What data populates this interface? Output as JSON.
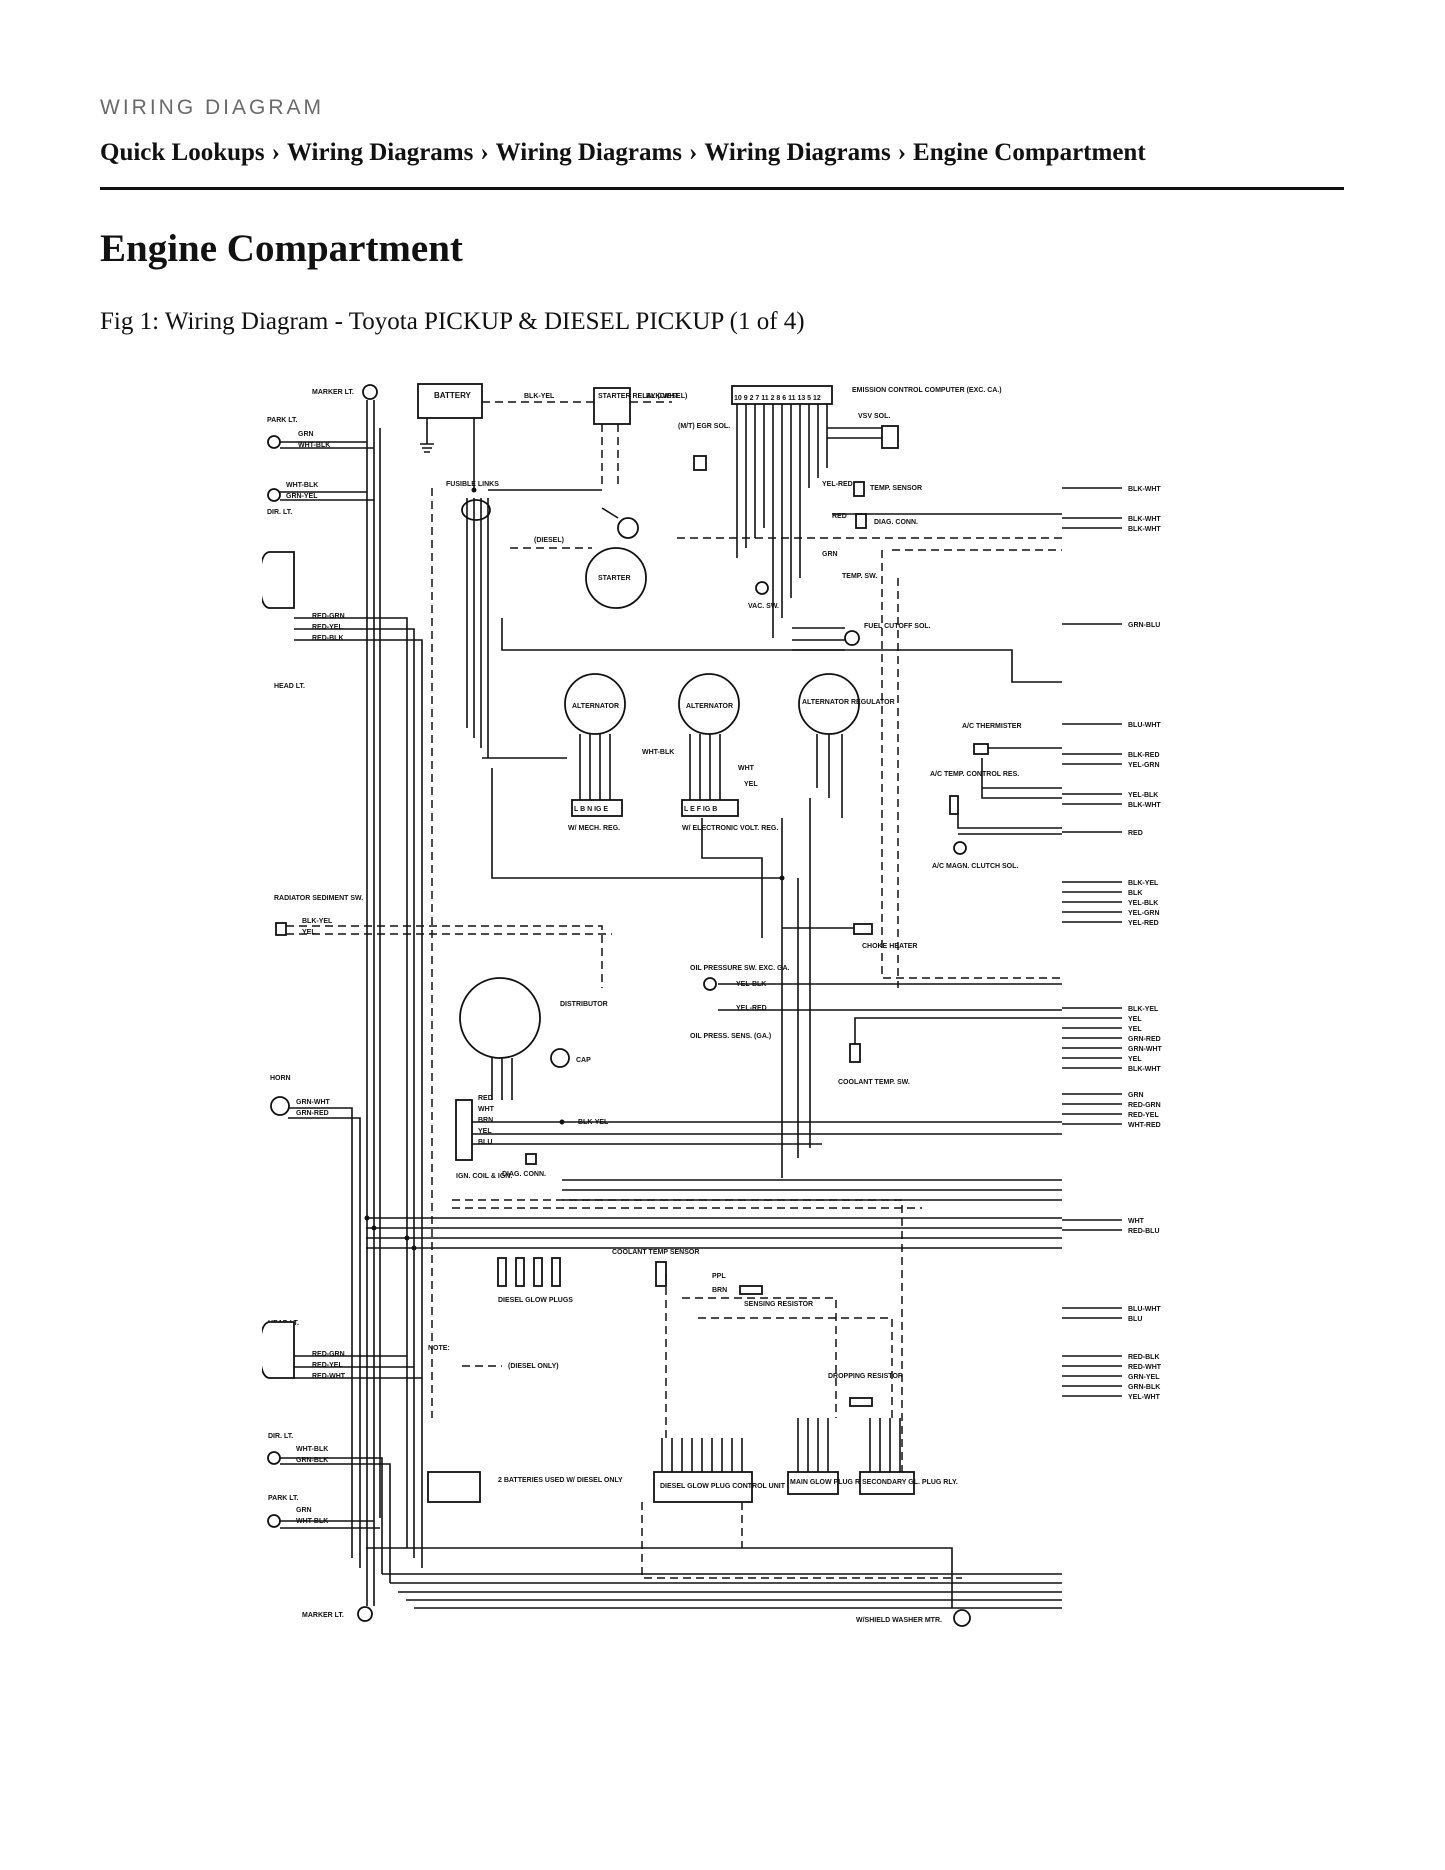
{
  "header": {
    "eyebrow": "WIRING DIAGRAM",
    "breadcrumb": [
      "Quick Lookups",
      "Wiring Diagrams",
      "Wiring Diagrams",
      "Wiring Diagrams",
      "Engine Compartment"
    ],
    "separator": "›"
  },
  "page": {
    "title": "Engine Compartment",
    "figure_caption": "Fig 1: Wiring Diagram - Toyota PICKUP & DIESEL PICKUP (1 of 4)"
  },
  "diagram": {
    "components": {
      "marker_lt_top": "MARKER LT.",
      "park_lt_top": "PARK LT.",
      "dir_lt_top": "DIR. LT.",
      "head_lt_top": "HEAD LT.",
      "radiator_sw": "RADIATOR SEDIMENT SW.",
      "horn": "HORN",
      "head_lt_bottom": "HEAD LT.",
      "dir_lt_bottom": "DIR. LT.",
      "park_lt_bottom": "PARK LT.",
      "marker_lt_bottom": "MARKER LT.",
      "battery": "BATTERY",
      "starter_relay": "STARTER RELAY (DIESEL)",
      "fusible_links": "FUSIBLE LINKS",
      "starter": "STARTER",
      "emission_computer": "EMISSION CONTROL COMPUTER (EXC. CA.)",
      "vsv_sol": "VSV SOL.",
      "egr_sol": "(M/T) EGR SOL.",
      "temp_sensor": "TEMP. SENSOR",
      "diag_conn_top": "DIAG. CONN.",
      "temp_sw": "TEMP. SW.",
      "vac_sw": "VAC. SW.",
      "fuel_cutoff": "FUEL CUTOFF SOL.",
      "alternator_1": "ALTERNATOR",
      "alternator_2": "ALTERNATOR",
      "alt_regulator": "ALTERNATOR REGULATOR",
      "mech_reg": "W/ MECH. REG.",
      "elec_reg": "W/ ELECTRONIC VOLT. REG.",
      "ac_thermister": "A/C THERMISTER",
      "ac_temp_res": "A/C TEMP. CONTROL RES.",
      "ac_clutch": "A/C MAGN. CLUTCH SOL.",
      "choke_heater": "CHOKE HEATER",
      "distributor": "DISTRIBUTOR",
      "cap": "CAP",
      "oil_pressure_sw": "OIL PRESSURE SW. EXC. GA.",
      "oil_press_sens": "OIL PRESS. SENS. (GA.)",
      "coolant_temp_sw": "COOLANT TEMP. SW.",
      "ign_coil": "IGN. COIL & IGN.",
      "diag_conn_mid": "DIAG. CONN.",
      "glow_plugs": "DIESEL GLOW PLUGS",
      "coolant_temp_sensor": "COOLANT TEMP SENSOR",
      "sensing_resistor": "SENSING RESISTOR",
      "note": "NOTE:",
      "diesel_only": "(DIESEL ONLY)",
      "dropping_resistor": "DROPPING RESISTOR",
      "batteries_note": "2 BATTERIES USED W/ DIESEL ONLY",
      "glow_control": "DIESEL GLOW PLUG CONTROL UNIT",
      "main_glow": "MAIN GLOW PLUG RLY.",
      "secondary_glow": "SECONDARY GL. PLUG RLY.",
      "washer_mtr": "W/SHIELD WASHER MTR."
    },
    "right_edge_wires": [
      "BLK-WHT",
      "BLK-WHT",
      "BLK-WHT",
      "GRN-BLU",
      "BLU-WHT",
      "BLK-RED",
      "YEL-GRN",
      "YEL-BLK",
      "BLK-WHT",
      "RED",
      "BLK-YEL",
      "BLK",
      "YEL-BLK",
      "YEL-GRN",
      "YEL-RED",
      "BLK-YEL",
      "YEL",
      "YEL",
      "GRN-RED",
      "GRN-WHT",
      "YEL",
      "BLK-WHT",
      "GRN",
      "RED-GRN",
      "RED-YEL",
      "WHT-RED",
      "WHT",
      "RED-BLU",
      "BLU-WHT",
      "BLU",
      "RED-BLK",
      "RED-WHT",
      "GRN-YEL",
      "GRN-BLK",
      "YEL-WHT"
    ],
    "left_wires": {
      "park_top": [
        "GRN",
        "WHT-BLK"
      ],
      "dir_top": [
        "WHT-BLK",
        "GRN-YEL"
      ],
      "head_top": [
        "RED-GRN",
        "RED-YEL",
        "RED-BLK"
      ],
      "radiator": [
        "BLK-YEL",
        "YEL"
      ],
      "horn": [
        "GRN-WHT",
        "GRN-RED"
      ],
      "head_bottom": [
        "RED-GRN",
        "RED-YEL",
        "RED-WHT"
      ],
      "dir_bottom": [
        "WHT-BLK",
        "GRN-BLK"
      ],
      "park_bottom": [
        "GRN",
        "WHT-BLK"
      ]
    },
    "misc_labels": {
      "blk_yel": "BLK-YEL",
      "blk_wht": "BLK-WHT",
      "blk": "BLK",
      "diesel": "(DIESEL)",
      "wht_blk": "WHT-BLK",
      "wht": "WHT",
      "yel": "YEL",
      "yel_red": "YEL-RED",
      "red": "RED",
      "grn": "GRN",
      "blk_yel_2": "BLK-YEL",
      "ppl": "PPL",
      "brn": "BRN",
      "yel_blk": "YEL-BLK",
      "yel_red_2": "YEL-RED"
    },
    "ecu_pins": "10 9 2 7 11 2 8 6 11 13 5 12",
    "mech_reg_terms": "L B   N IG E",
    "elec_reg_terms": "L E   F IG B",
    "coil_wires": [
      "RED",
      "WHT",
      "BRN",
      "YEL",
      "BLU"
    ]
  }
}
